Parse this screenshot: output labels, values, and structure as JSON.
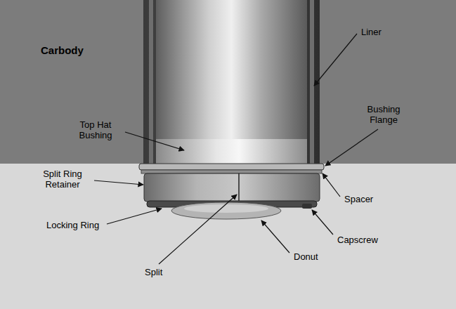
{
  "diagram": {
    "labels": [
      "Carbody",
      "Liner",
      "Top Hat Bushing",
      "Bushing Flange",
      "Split Ring Retainer",
      "Spacer",
      "Locking Ring",
      "Capscrew",
      "Split",
      "Donut"
    ]
  }
}
